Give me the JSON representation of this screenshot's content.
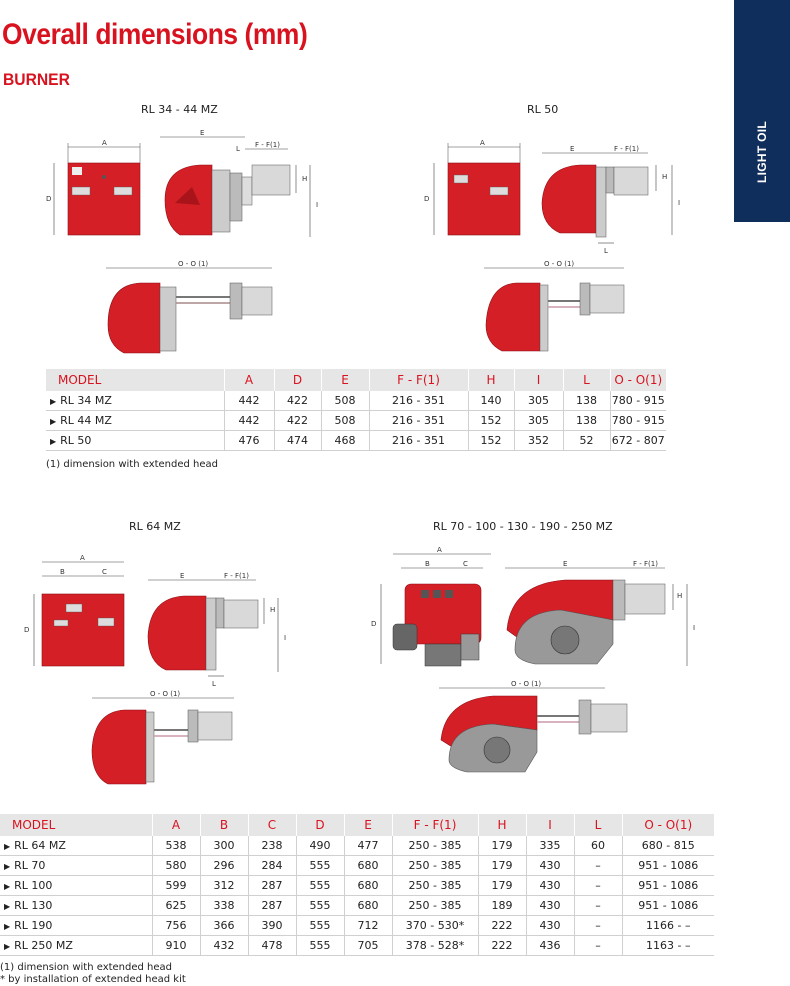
{
  "header": {
    "title": "Overall dimensions (mm)",
    "subtitle": "BURNER",
    "side_tab": "LIGHT OIL"
  },
  "captions": {
    "d1": "RL 34 - 44 MZ",
    "d2": "RL 50",
    "d3": "RL 64 MZ",
    "d4": "RL 70 - 100 - 130 - 190 - 250 MZ"
  },
  "labels": {
    "a": "A",
    "b": "B",
    "c": "C",
    "d": "D",
    "e": "E",
    "f": "F - F(1)",
    "h": "H",
    "i": "I",
    "l": "L",
    "o": "O - O (1)"
  },
  "table1": {
    "headers": [
      "MODEL",
      "A",
      "D",
      "E",
      "F - F(1)",
      "H",
      "I",
      "L",
      "O - O(1)"
    ],
    "rows": [
      [
        "RL 34 MZ",
        "442",
        "422",
        "508",
        "216 - 351",
        "140",
        "305",
        "138",
        "780 - 915"
      ],
      [
        "RL 44 MZ",
        "442",
        "422",
        "508",
        "216 - 351",
        "152",
        "305",
        "138",
        "780 - 915"
      ],
      [
        "RL 50",
        "476",
        "474",
        "468",
        "216 - 351",
        "152",
        "352",
        "52",
        "672 - 807"
      ]
    ],
    "note": "(1) dimension with extended head"
  },
  "table2": {
    "headers": [
      "MODEL",
      "A",
      "B",
      "C",
      "D",
      "E",
      "F - F(1)",
      "H",
      "I",
      "L",
      "O - O(1)"
    ],
    "rows": [
      [
        "RL 64 MZ",
        "538",
        "300",
        "238",
        "490",
        "477",
        "250 -  385",
        "179",
        "335",
        "60",
        "680  -  815"
      ],
      [
        "RL 70",
        "580",
        "296",
        "284",
        "555",
        "680",
        "250 -  385",
        "179",
        "430",
        "–",
        "951  - 1086"
      ],
      [
        "RL 100",
        "599",
        "312",
        "287",
        "555",
        "680",
        "250 -  385",
        "179",
        "430",
        "–",
        "951  - 1086"
      ],
      [
        "RL 130",
        "625",
        "338",
        "287",
        "555",
        "680",
        "250 -  385",
        "189",
        "430",
        "–",
        "951  - 1086"
      ],
      [
        "RL 190",
        "756",
        "366",
        "390",
        "555",
        "712",
        "370 -  530*",
        "222",
        "430",
        "–",
        "1166  -   –"
      ],
      [
        "RL 250 MZ",
        "910",
        "432",
        "478",
        "555",
        "705",
        "378 -  528*",
        "222",
        "436",
        "–",
        "1163  -   –"
      ]
    ],
    "note1": "(1) dimension with extended head",
    "note2": "* by installation of extended head kit"
  }
}
